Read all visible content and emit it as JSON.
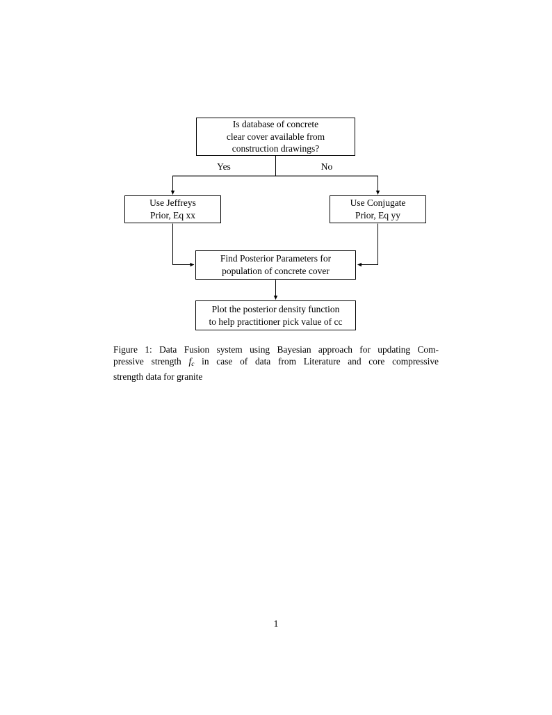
{
  "colors": {
    "ink": "#000000",
    "paper": "#ffffff"
  },
  "flowchart": {
    "nodes": {
      "decision": {
        "lines": [
          "Is database of concrete",
          "clear cover available from",
          "construction drawings?"
        ]
      },
      "jeffreys": {
        "lines": [
          "Use Jeffreys",
          "Prior, Eq xx"
        ]
      },
      "conjugate": {
        "lines": [
          "Use Conjugate",
          "Prior, Eq yy"
        ]
      },
      "posterior": {
        "lines": [
          "Find Posterior Parameters for",
          "population of concrete cover"
        ]
      },
      "plot": {
        "lines": [
          "Plot the posterior density function",
          "to help practitioner pick value of cc"
        ]
      }
    },
    "edge_labels": {
      "yes": "Yes",
      "no": "No"
    }
  },
  "caption": {
    "line1": "Figure 1: Data Fusion system using Bayesian approach for updating Com-",
    "line2_pre": "pressive strength ",
    "math_symbol": "f",
    "math_subscript": "c",
    "line2_post": " in case of data from Literature and core compressive",
    "line3": "strength data for granite"
  },
  "page": {
    "number": "1"
  }
}
